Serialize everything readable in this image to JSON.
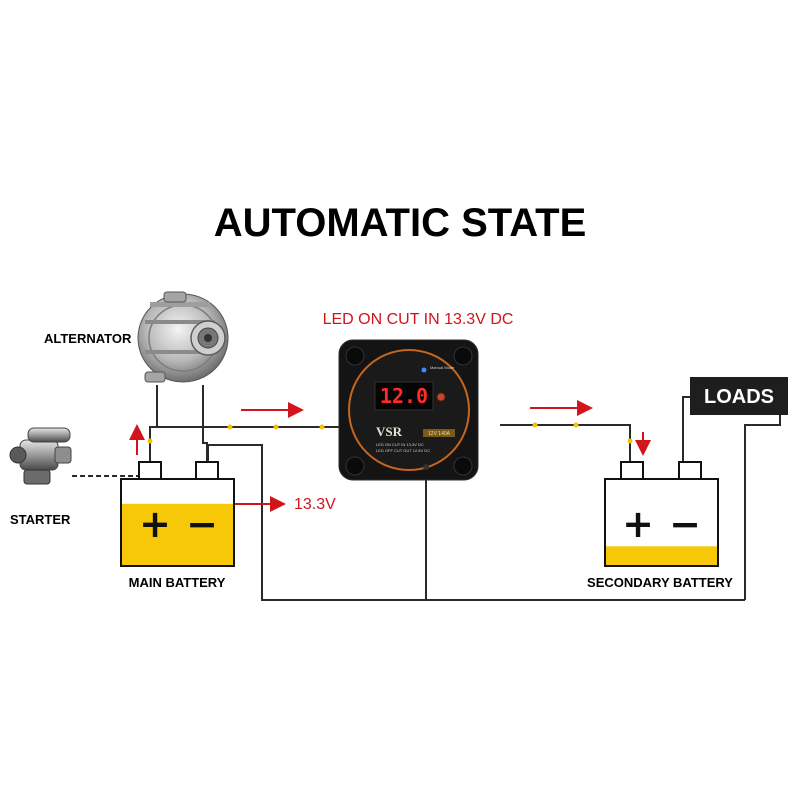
{
  "title": "AUTOMATIC STATE",
  "led_label": "LED ON CUT IN 13.3V DC",
  "main_battery_voltage": "13.3V",
  "loads_label": "LOADS",
  "alternator_label": "ALTERNATOR",
  "starter_label": "STARTER",
  "main_battery": {
    "label": "MAIN BATTERY",
    "plus": "+",
    "minus": "−",
    "charge_level": 0.72
  },
  "secondary_battery": {
    "label": "SECONDARY BATTERY",
    "plus": "+",
    "minus": "−",
    "charge_level": 0.22
  },
  "vsr": {
    "display_value": "12.0",
    "brand": "VSR",
    "rating": "12V 140A",
    "mode_text": "Manual Mode",
    "cut_in_text": "LED ON CUT IN 13.3V DC",
    "cut_out_text": "LED OFF CUT OUT 12.8V DC"
  },
  "colors": {
    "arrow": "#d2141c",
    "battery_fill": "#f7c808",
    "display_digits": "#ff2a2a",
    "wire": "#2a2a2a",
    "junction": "#f2c200"
  }
}
